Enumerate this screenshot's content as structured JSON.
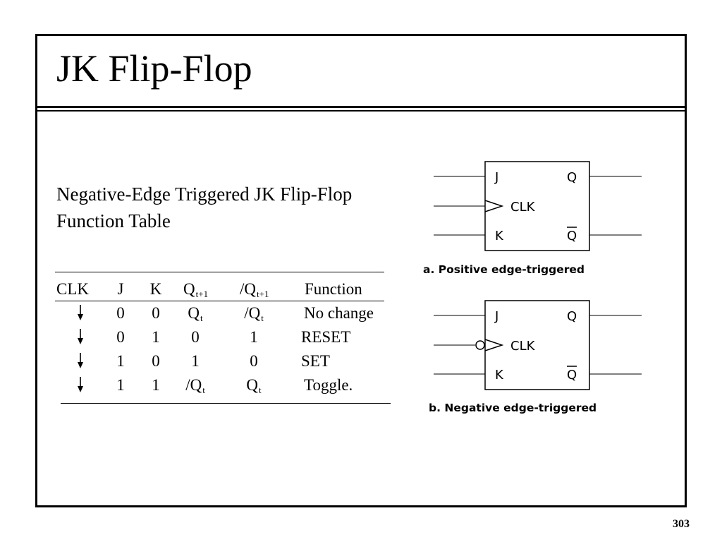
{
  "slide": {
    "title": "JK Flip-Flop",
    "heading": "Negative-Edge Triggered JK Flip-Flop Function Table",
    "page_number": "303"
  },
  "table": {
    "headers": {
      "clk": "CLK",
      "j": "J",
      "k": "K",
      "q_next": "Q",
      "q_next_sub": "t+1",
      "qbar_next": "/Q",
      "qbar_next_sub": "t+1",
      "function": "Function"
    },
    "rows": [
      {
        "clk": "falling-edge-arrow",
        "j": "0",
        "k": "0",
        "q": "Q",
        "q_sub": "t",
        "qbar": "/Q",
        "qbar_sub": "t",
        "function": "No change"
      },
      {
        "clk": "falling-edge-arrow",
        "j": "0",
        "k": "1",
        "q": "0",
        "q_sub": "",
        "qbar": "1",
        "qbar_sub": "",
        "function": "RESET"
      },
      {
        "clk": "falling-edge-arrow",
        "j": "1",
        "k": "0",
        "q": "1",
        "q_sub": "",
        "qbar": "0",
        "qbar_sub": "",
        "function": "SET"
      },
      {
        "clk": "falling-edge-arrow",
        "j": "1",
        "k": "1",
        "q": "/Q",
        "q_sub": "t",
        "qbar": "Q",
        "qbar_sub": "t",
        "function": "Toggle."
      }
    ]
  },
  "diagrams": {
    "positive": {
      "caption": "a. Positive edge-triggered",
      "pin_j": "J",
      "pin_k": "K",
      "pin_clk": "CLK",
      "pin_q": "Q",
      "pin_qbar": "Q"
    },
    "negative": {
      "caption": "b. Negative edge-triggered",
      "pin_j": "J",
      "pin_k": "K",
      "pin_clk": "CLK",
      "pin_q": "Q",
      "pin_qbar": "Q"
    }
  }
}
